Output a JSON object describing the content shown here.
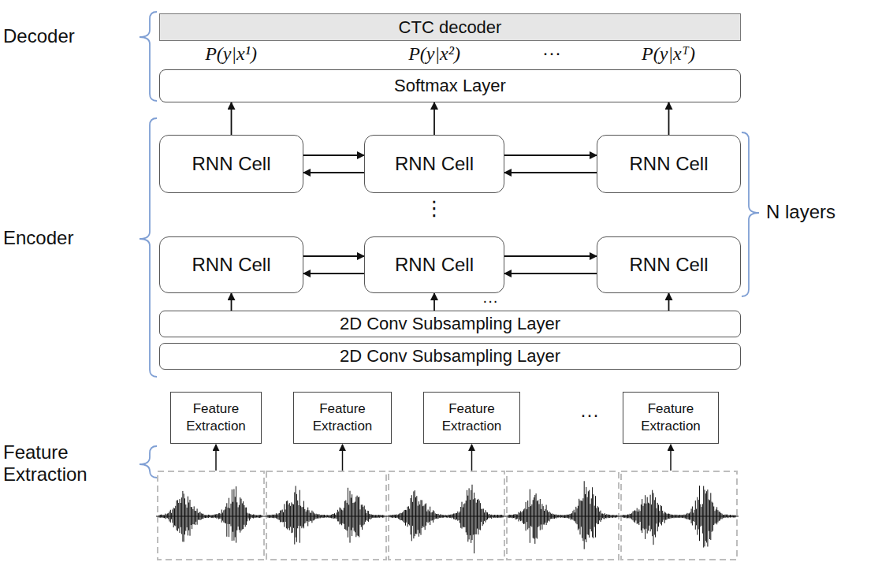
{
  "diagram": {
    "nodes": [
      {
        "text": [
          "CTC decoder"
        ]
      },
      {
        "text": [
          "Softmax Layer"
        ]
      },
      {
        "text": [
          "RNN Cell"
        ]
      },
      {
        "text": [
          "RNN Cell"
        ]
      },
      {
        "text": [
          "RNN Cell"
        ]
      },
      {
        "text": [
          "RNN Cell"
        ]
      },
      {
        "text": [
          "RNN Cell"
        ]
      },
      {
        "text": [
          "RNN Cell"
        ]
      },
      {
        "text": [
          "2D Conv Subsampling Layer"
        ]
      },
      {
        "text": [
          "2D Conv Subsampling Layer"
        ]
      },
      {
        "text": [
          "Feature Extraction"
        ]
      },
      {
        "text": [
          "Feature Extraction"
        ]
      },
      {
        "text": [
          "Feature Extraction"
        ]
      },
      {
        "text": [
          "Feature Extraction"
        ]
      }
    ],
    "edges": [
      {
        "from": 2,
        "to": 1,
        "arrow": "to"
      },
      {
        "from": 3,
        "to": 1,
        "arrow": "to"
      },
      {
        "from": 4,
        "to": 1,
        "arrow": "to"
      },
      {
        "from": 2,
        "to": 3,
        "arrow": "to"
      },
      {
        "from": 3,
        "to": 2,
        "arrow": "to"
      },
      {
        "from": 3,
        "to": 4,
        "arrow": "to"
      },
      {
        "from": 4,
        "to": 3,
        "arrow": "to"
      },
      {
        "from": 5,
        "to": 6,
        "arrow": "to"
      },
      {
        "from": 6,
        "to": 5,
        "arrow": "to"
      },
      {
        "from": 6,
        "to": 7,
        "arrow": "to"
      },
      {
        "from": 7,
        "to": 6,
        "arrow": "to"
      },
      {
        "from": 8,
        "to": 5,
        "arrow": "to"
      },
      {
        "from": 8,
        "to": 6,
        "arrow": "to"
      },
      {
        "from": 8,
        "to": 7,
        "arrow": "to"
      }
    ],
    "labels": [
      "Decoder",
      "Encoder",
      "Feature Extraction",
      "N layers",
      "P(y|x¹)",
      "P(y|x²)",
      "···",
      "P(y|xᵀ)",
      "⋮",
      "···",
      "···"
    ]
  }
}
